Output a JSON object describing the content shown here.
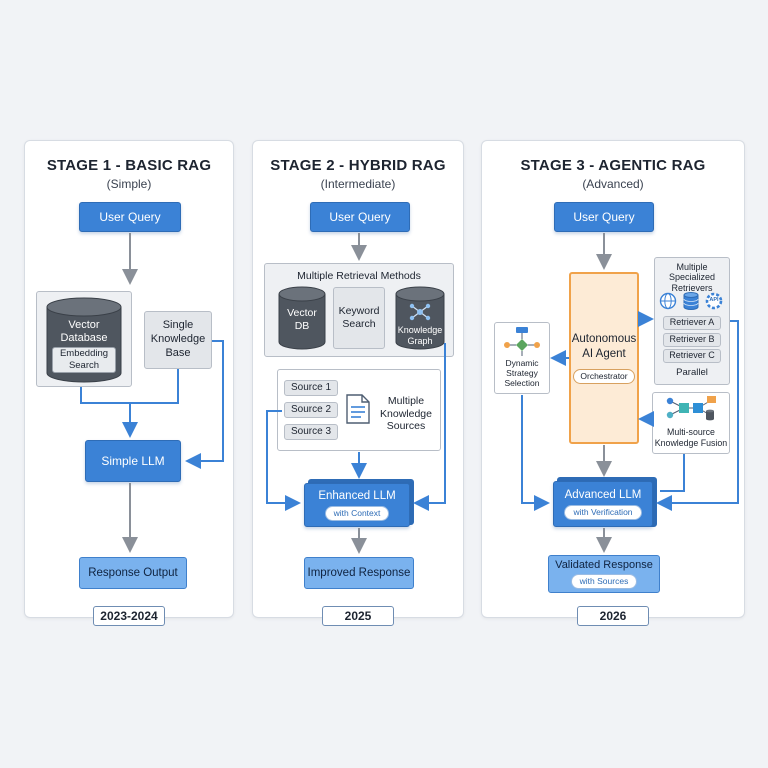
{
  "stages": [
    {
      "title": "STAGE 1 - BASIC RAG",
      "subtitle": "(Simple)",
      "year": "2023-2024",
      "user_query": "User Query",
      "vector_db_line1": "Vector",
      "vector_db_line2": "Database",
      "embedding_line1": "Embedding",
      "embedding_line2": "Search",
      "kb_line1": "Single",
      "kb_line2": "Knowledge",
      "kb_line3": "Base",
      "llm": "Simple LLM",
      "output": "Response Output"
    },
    {
      "title": "STAGE 2 - HYBRID RAG",
      "subtitle": "(Intermediate)",
      "year": "2025",
      "user_query": "User Query",
      "methods_title": "Multiple Retrieval Methods",
      "vector_line1": "Vector",
      "vector_line2": "DB",
      "keyword_line1": "Keyword",
      "keyword_line2": "Search",
      "kg_line1": "Knowledge",
      "kg_line2": "Graph",
      "sources": [
        "Source 1",
        "Source 2",
        "Source 3"
      ],
      "mks_line1": "Multiple",
      "mks_line2": "Knowledge",
      "mks_line3": "Sources",
      "llm": "Enhanced LLM",
      "llm_tag": "with Context",
      "output": "Improved Response"
    },
    {
      "title": "STAGE 3 - AGENTIC RAG",
      "subtitle": "(Advanced)",
      "year": "2026",
      "user_query": "User Query",
      "agent_line1": "Autonomous",
      "agent_line2": "AI Agent",
      "agent_tag": "Orchestrator",
      "dss_line1": "Dynamic",
      "dss_line2": "Strategy",
      "dss_line3": "Selection",
      "msr_line1": "Multiple",
      "msr_line2": "Specialized",
      "msr_line3": "Retrievers",
      "api_label": "API",
      "retrievers": [
        "Retriever A",
        "Retriever B",
        "Retriever C"
      ],
      "parallel": "Parallel",
      "fusion_line1": "Multi-source",
      "fusion_line2": "Knowledge Fusion",
      "llm": "Advanced LLM",
      "llm_tag": "with Verification",
      "output_line1": "Validated Response",
      "output_tag": "with Sources"
    }
  ],
  "colors": {
    "primary_blue": "#3b82d6",
    "agent_orange": "#f0a24a",
    "grey_box": "#e3e6ea",
    "cylinder_dark": "#4f565f",
    "arrow_grey": "#8a9099",
    "arrow_blue": "#3b82d6"
  }
}
